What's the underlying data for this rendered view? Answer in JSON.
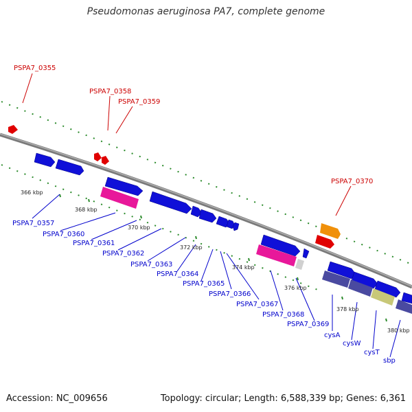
{
  "title": "Pseudomonas aeruginosa PA7, complete genome",
  "footer": {
    "accession": "Accession: NC_009656",
    "summary": "Topology: circular; Length: 6,588,339 bp; Genes: 6,361"
  },
  "colors": {
    "backbone": "#8a8a8a",
    "tick": "#2a8a2a",
    "forward_gene": "#1010d8",
    "reverse_gene": "#1010d8",
    "pseudogene_label": "#cc0000",
    "gene_label": "#0000cc",
    "red_feature": "#e00000",
    "orange_feature": "#f0900a",
    "magenta_feature": "#e8189a",
    "purple_feature": "#4a4aa0",
    "khaki_feature": "#c8c878",
    "grey_feature": "#d0d0d0"
  },
  "ticks": [
    "366 kbp",
    "368 kbp",
    "370 kbp",
    "372 kbp",
    "374 kbp",
    "376 kbp",
    "378 kbp",
    "380 kbp"
  ],
  "outer_labels": [
    "PSPA7_0355",
    "PSPA7_0358",
    "PSPA7_0359",
    "PSPA7_0370"
  ],
  "inner_labels": [
    "PSPA7_0357",
    "PSPA7_0360",
    "PSPA7_0361",
    "PSPA7_0362",
    "PSPA7_0363",
    "PSPA7_0364",
    "PSPA7_0365",
    "PSPA7_0366",
    "PSPA7_0367",
    "PSPA7_0368",
    "PSPA7_0369",
    "cysA",
    "cysW",
    "cysT",
    "sbp"
  ]
}
